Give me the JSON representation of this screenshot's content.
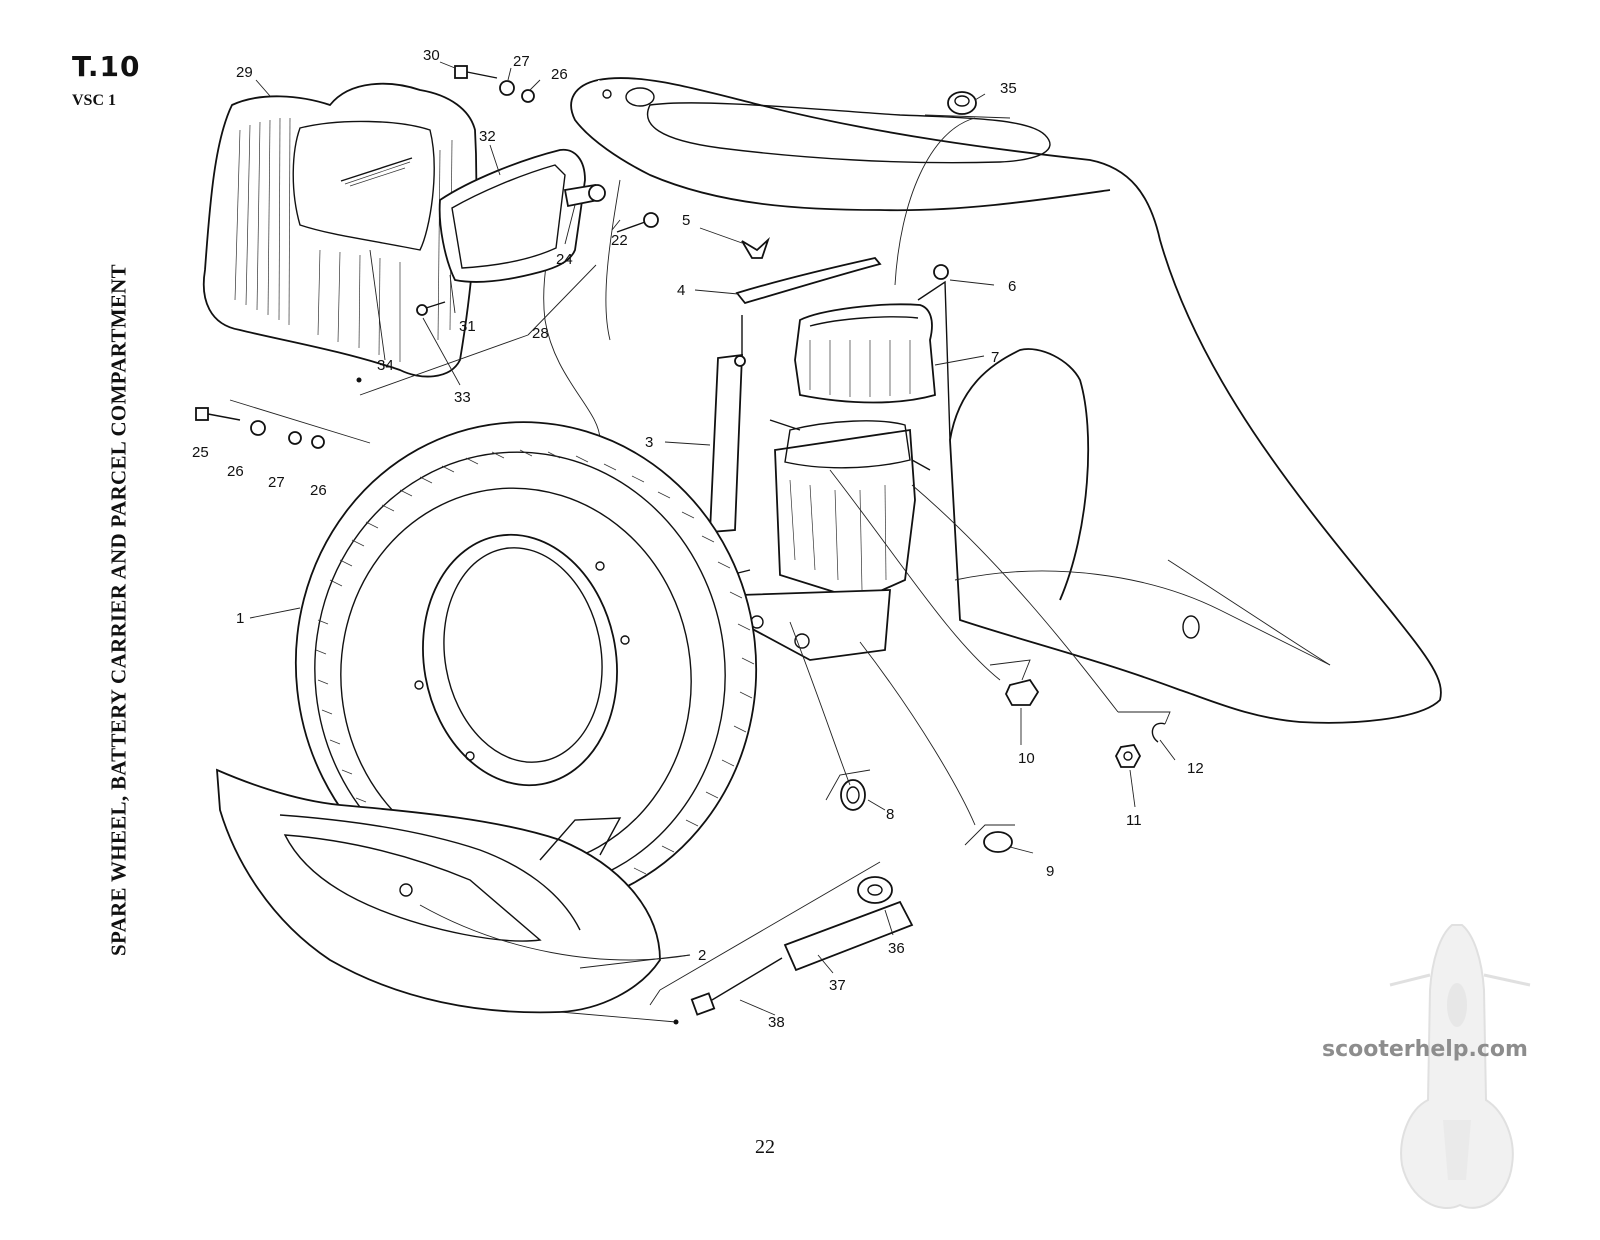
{
  "plate": {
    "code": "T.10",
    "model": "VSC 1",
    "title": "SPARE WHEEL, BATTERY CARRIER AND PARCEL COMPARTMENT",
    "page_number": "22"
  },
  "watermark": {
    "text": "scooterhelp.com"
  },
  "callouts": [
    {
      "id": "c29",
      "label": "29"
    },
    {
      "id": "c30",
      "label": "30"
    },
    {
      "id": "c27a",
      "label": "27"
    },
    {
      "id": "c26a",
      "label": "26"
    },
    {
      "id": "c35",
      "label": "35"
    },
    {
      "id": "c32",
      "label": "32"
    },
    {
      "id": "c22",
      "label": "22"
    },
    {
      "id": "c24",
      "label": "24"
    },
    {
      "id": "c5",
      "label": "5"
    },
    {
      "id": "c4",
      "label": "4"
    },
    {
      "id": "c6",
      "label": "6"
    },
    {
      "id": "c7",
      "label": "7"
    },
    {
      "id": "c31",
      "label": "31"
    },
    {
      "id": "c28",
      "label": "28"
    },
    {
      "id": "c34",
      "label": "34"
    },
    {
      "id": "c33",
      "label": "33"
    },
    {
      "id": "c3",
      "label": "3"
    },
    {
      "id": "c25",
      "label": "25"
    },
    {
      "id": "c26b",
      "label": "26"
    },
    {
      "id": "c27b",
      "label": "27"
    },
    {
      "id": "c26c",
      "label": "26"
    },
    {
      "id": "c1",
      "label": "1"
    },
    {
      "id": "c10",
      "label": "10"
    },
    {
      "id": "c12",
      "label": "12"
    },
    {
      "id": "c11",
      "label": "11"
    },
    {
      "id": "c8",
      "label": "8"
    },
    {
      "id": "c9",
      "label": "9"
    },
    {
      "id": "c2",
      "label": "2"
    },
    {
      "id": "c36",
      "label": "36"
    },
    {
      "id": "c37",
      "label": "37"
    },
    {
      "id": "c38",
      "label": "38"
    }
  ]
}
